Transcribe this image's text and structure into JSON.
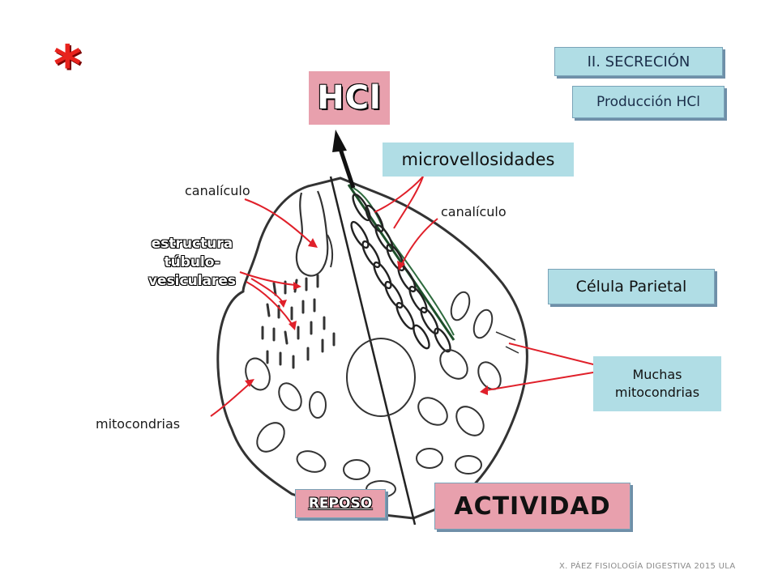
{
  "header": {
    "asterisk": "*",
    "section": "II. SECRECIÓN",
    "subsection": "Producción HCl",
    "hcl": "HCl"
  },
  "labels": {
    "microvellosidades": "microvellosidades",
    "canaliculo_left": "canalículo",
    "canaliculo_right": "canalículo",
    "estructura_line1": "estructura",
    "estructura_line2": "túbulo-",
    "estructura_line3": "vesiculares",
    "mitocondrias": "mitocondrias",
    "celula": "Célula Parietal",
    "muchas_line1": "Muchas",
    "muchas_line2": "mitocondrias"
  },
  "states": {
    "reposo": "REPOSO",
    "actividad": "ACTIVIDAD"
  },
  "footer": "X. PÁEZ   FISIOLOGÍA DIGESTIVA 2015  ULA",
  "colors": {
    "pink_box": "#e8a0ad",
    "blue_box": "#b0dde5",
    "arrow_red": "#e0202a",
    "asterisk_red": "#e8231d"
  }
}
